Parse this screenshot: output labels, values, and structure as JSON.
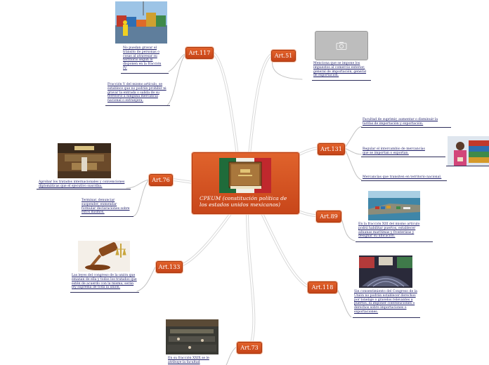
{
  "center": {
    "title": "CPEUM (constitución política de los estados unidos mexicanos)"
  },
  "topics": [
    {
      "id": "art117",
      "label": "Art.117",
      "notes": [
        "No puedan gravar el tránsito de personas o cosas al atravesar su territorio según lo disponen en la fracción IV.",
        "Fracción V del mismo artículo, se establece que no podrán prohibir ni gravar la entrada o salida de su territorio a ninguna mercancía nacional o extranjera."
      ]
    },
    {
      "id": "art51",
      "label": "Art.51",
      "notes": [
        "Menciona que se impone los impuestos al comercio exterior, general de importación, general de exportación."
      ]
    },
    {
      "id": "art131",
      "label": "Art.131",
      "notes": [
        "Facultad de suprimir, aumentar o disminuir la tarifas de importación y exportación.",
        "Regular el intercambio de mercancías que se importan o exportan.",
        "Mercancías que transiten en territorio nacional."
      ]
    },
    {
      "id": "art76",
      "label": "Art.76",
      "notes": [
        "Aprobar los tratados internacionales y convenciones diplomáticas que el ejecutivo suscriba.",
        "Terminar, denunciar suspender, enmendar formular declaraciones sobre estos mismos."
      ]
    },
    {
      "id": "art89",
      "label": "Art.89",
      "notes": [
        "En la fracción XIII del mismo artículo podrá habilitar puertos, establecer aduanas marítimas y fronterizas y designar su ubicación."
      ]
    },
    {
      "id": "art133",
      "label": "Art.133",
      "notes": [
        "Las leyes del congreso de la unión que emanan de ella y todos los tratados que estén de acuerdo con la misma, serán ley suprema de toda la unión."
      ]
    },
    {
      "id": "art118",
      "label": "Art.118",
      "notes": [
        "Sin consentimiento del Congreso de la Unión no podrán establecer derechos por tonelaje o gravelos relevantes a puertos, ni imponer contribuciones o derechos sobre importaciones o exportaciones."
      ]
    },
    {
      "id": "art73",
      "label": "Art.73",
      "notes": [
        "En su fracción XXIX se le atribuye la facultad"
      ]
    }
  ],
  "icons": {
    "placeholder": "camera-icon"
  },
  "colors": {
    "node": "#d2501f",
    "branch": "#ffffff",
    "note_text": "#1a1a66"
  }
}
